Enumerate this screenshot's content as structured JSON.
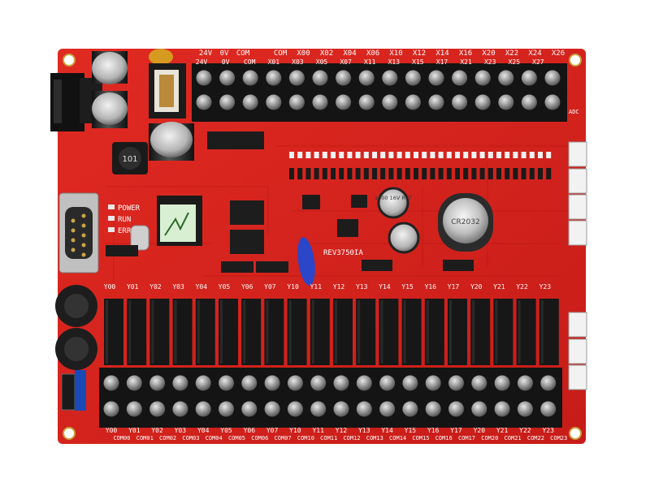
{
  "board": {
    "top_power_labels": [
      "24V",
      "0V",
      "COM"
    ],
    "top_input_labels": [
      "COM",
      "X00",
      "X02",
      "X04",
      "X06",
      "X10",
      "X12",
      "X14",
      "X16",
      "X20",
      "X22",
      "X24",
      "X26"
    ],
    "top_input_labels_row2": [
      "24V",
      "0V",
      "COM",
      "X01",
      "X03",
      "X05",
      "X07",
      "X11",
      "X13",
      "X15",
      "X17",
      "X21",
      "X23",
      "X25",
      "X27"
    ],
    "output_labels_mid": [
      "Y00",
      "Y01",
      "Y02",
      "Y03",
      "Y04",
      "Y05",
      "Y06",
      "Y07",
      "Y10",
      "Y11",
      "Y12",
      "Y13",
      "Y14",
      "Y15",
      "Y16",
      "Y17",
      "Y20",
      "Y21",
      "Y22",
      "Y23"
    ],
    "bottom_output_labels": [
      "Y00",
      "Y01",
      "Y02",
      "Y03",
      "Y04",
      "Y05",
      "Y06",
      "Y07",
      "Y10",
      "Y11",
      "Y12",
      "Y13",
      "Y14",
      "Y15",
      "Y16",
      "Y17",
      "Y20",
      "Y21",
      "Y22",
      "Y23"
    ],
    "bottom_com_labels": [
      "COM00",
      "COM01",
      "COM02",
      "COM03",
      "COM04",
      "COM05",
      "COM06",
      "COM07",
      "COM10",
      "COM11",
      "COM12",
      "COM13",
      "COM14",
      "COM15",
      "COM16",
      "COM17",
      "COM20",
      "COM21",
      "COM22",
      "COM23"
    ],
    "status_leds": [
      "POWER",
      "RUN",
      "ERR"
    ],
    "revision": "REV3750IA",
    "capacitor_text": "1000 16V RVT",
    "battery_text": "CR2032",
    "inductor_text": "101",
    "adc_label": "ADC",
    "colors": {
      "pcb": "#d8231f",
      "pcb_dark": "#b51611",
      "terminal": "#141414",
      "screw": "#8c8c8c",
      "relay": "#1a1a1a",
      "silkscreen": "#ffffff",
      "pin_gold": "#d4b24a"
    }
  }
}
